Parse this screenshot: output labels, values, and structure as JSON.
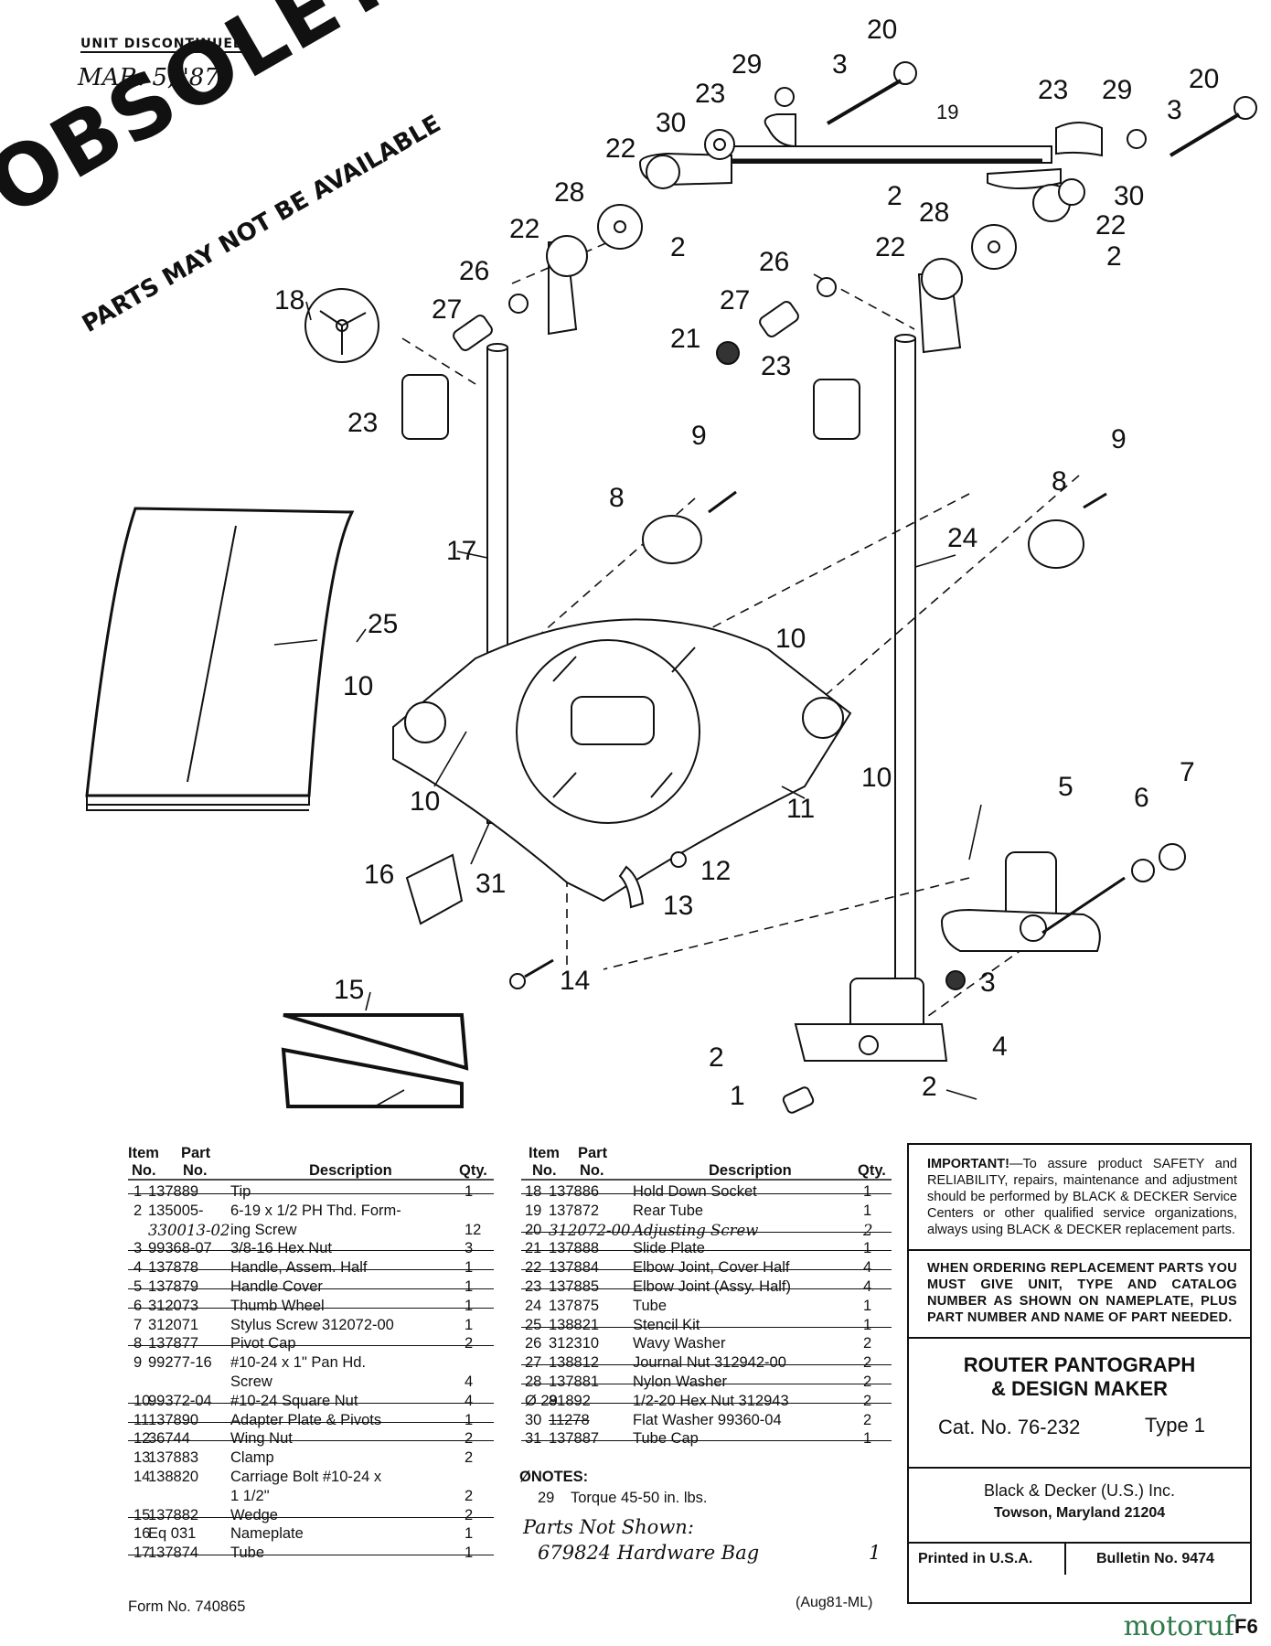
{
  "stamp": {
    "discontinued_label": "UNIT DISCONTINUED",
    "date": "MAR. 5, '87",
    "title": "OBSOLETE",
    "subtitle": "PARTS MAY NOT BE AVAILABLE"
  },
  "callouts": [
    "1",
    "2",
    "3",
    "4",
    "5",
    "6",
    "7",
    "8",
    "9",
    "10",
    "11",
    "12",
    "13",
    "14",
    "15",
    "16",
    "17",
    "18",
    "19",
    "20",
    "21",
    "22",
    "23",
    "24",
    "25",
    "26",
    "27",
    "28",
    "29",
    "30",
    "31"
  ],
  "table_headers": {
    "item": "Item",
    "no": "No.",
    "part": "Part",
    "part_no": "No.",
    "description": "Description",
    "qty": "Qty."
  },
  "parts_left": [
    {
      "item": "1",
      "part": "137889",
      "desc": "Tip",
      "qty": "1",
      "strike": true
    },
    {
      "item": "2",
      "part": "135005-",
      "desc": "6-19 x 1/2 PH Thd. Form-",
      "qty": "",
      "strike": false
    },
    {
      "item": "",
      "part": "330013-02",
      "desc": "ing Screw",
      "qty": "12",
      "strike": false,
      "hand_part": true
    },
    {
      "item": "3",
      "part": "99368-07",
      "desc": "3/8-16 Hex Nut",
      "qty": "3",
      "strike": true
    },
    {
      "item": "4",
      "part": "137878",
      "desc": "Handle, Assem. Half",
      "qty": "1",
      "strike": true
    },
    {
      "item": "5",
      "part": "137879",
      "desc": "Handle Cover",
      "qty": "1",
      "strike": true
    },
    {
      "item": "6",
      "part": "312073",
      "desc": "Thumb Wheel",
      "qty": "1",
      "strike": true
    },
    {
      "item": "7",
      "part": "312071",
      "desc": "Stylus Screw 312072-00",
      "qty": "1",
      "strike": false
    },
    {
      "item": "8",
      "part": "137877",
      "desc": "Pivot Cap",
      "qty": "2",
      "strike": true
    },
    {
      "item": "9",
      "part": "99277-16",
      "desc": "#10-24 x 1\" Pan Hd.",
      "qty": "",
      "strike": false
    },
    {
      "item": "",
      "part": "",
      "desc": "Screw",
      "qty": "4",
      "strike": false
    },
    {
      "item": "10",
      "part": "99372-04",
      "desc": "#10-24 Square Nut",
      "qty": "4",
      "strike": true
    },
    {
      "item": "11",
      "part": "137890",
      "desc": "Adapter Plate & Pivots",
      "qty": "1",
      "strike": true
    },
    {
      "item": "12",
      "part": "36744",
      "desc": "Wing Nut",
      "qty": "2",
      "strike": true
    },
    {
      "item": "13",
      "part": "137883",
      "desc": "Clamp",
      "qty": "2",
      "strike": false
    },
    {
      "item": "14",
      "part": "138820",
      "desc": "Carriage Bolt  #10-24 x",
      "qty": "",
      "strike": false
    },
    {
      "item": "",
      "part": "",
      "desc": "1 1/2\"",
      "qty": "2",
      "strike": false
    },
    {
      "item": "15",
      "part": "137882",
      "desc": "Wedge",
      "qty": "2",
      "strike": true
    },
    {
      "item": "16",
      "part": "Eq 031",
      "desc": "Nameplate",
      "qty": "1",
      "strike": false
    },
    {
      "item": "17",
      "part": "137874",
      "desc": "Tube",
      "qty": "1",
      "strike": true
    }
  ],
  "parts_right": [
    {
      "item": "18",
      "part": "137886",
      "desc": "Hold Down Socket",
      "qty": "1",
      "strike": true
    },
    {
      "item": "19",
      "part": "137872",
      "desc": "Rear Tube",
      "qty": "1",
      "strike": false
    },
    {
      "item": "20",
      "part": "312072-00",
      "desc": "Adjusting Screw",
      "qty": "2",
      "strike": true,
      "hand": true
    },
    {
      "item": "21",
      "part": "137888",
      "desc": "Slide Plate",
      "qty": "1",
      "strike": true
    },
    {
      "item": "22",
      "part": "137884",
      "desc": "Elbow Joint, Cover Half",
      "qty": "4",
      "strike": true
    },
    {
      "item": "23",
      "part": "137885",
      "desc": "Elbow Joint (Assy. Half)",
      "qty": "4",
      "strike": true
    },
    {
      "item": "24",
      "part": "137875",
      "desc": "Tube",
      "qty": "1",
      "strike": false
    },
    {
      "item": "25",
      "part": "138821",
      "desc": "Stencil Kit",
      "qty": "1",
      "strike": true
    },
    {
      "item": "26",
      "part": "312310",
      "desc": "Wavy Washer",
      "qty": "2",
      "strike": false
    },
    {
      "item": "27",
      "part": "138812",
      "desc": "Journal Nut 312942-00",
      "qty": "2",
      "strike": true
    },
    {
      "item": "28",
      "part": "137881",
      "desc": "Nylon Washer",
      "qty": "2",
      "strike": true
    },
    {
      "item": "Ø 29",
      "part": "81892",
      "desc": "1/2-20 Hex Nut 312943",
      "qty": "2",
      "strike": true
    },
    {
      "item": "30",
      "part": "11278",
      "desc": "Flat Washer 99360-04",
      "qty": "2",
      "strike": false,
      "strike_part": true
    },
    {
      "item": "31",
      "part": "137887",
      "desc": "Tube Cap",
      "qty": "1",
      "strike": true
    }
  ],
  "notes": {
    "heading": "ØNOTES:",
    "items": [
      {
        "num": "29",
        "text": "Torque 45-50 in. lbs."
      }
    ],
    "handwritten_1": "Parts Not Shown:",
    "handwritten_2": "679824  Hardware Bag",
    "handwritten_qty": "1"
  },
  "important": {
    "lead": "IMPORTANT!",
    "text": "—To assure product SAFETY and RELIABILITY, repairs, maintenance and adjustment should be performed by BLACK & DECKER Service Centers or other qualified service organizations, always using BLACK & DECKER replacement parts."
  },
  "ordering": "WHEN ORDERING REPLACEMENT PARTS YOU MUST GIVE UNIT, TYPE AND CATALOG NUMBER AS SHOWN ON NAMEPLATE, PLUS PART NUMBER AND NAME OF PART NEEDED.",
  "product": {
    "title_line1": "ROUTER PANTOGRAPH",
    "title_line2": "& DESIGN MAKER",
    "cat": "Cat. No. 76-232",
    "type": "Type 1"
  },
  "company": {
    "name": "Black & Decker (U.S.) Inc.",
    "address": "Towson, Maryland 21204"
  },
  "footer": {
    "printed": "Printed in U.S.A.",
    "bulletin": "Bulletin No. 9474",
    "form": "Form No. 740865",
    "revision": "(Aug81-ML)",
    "page": "F6",
    "logo": "motoruf"
  }
}
